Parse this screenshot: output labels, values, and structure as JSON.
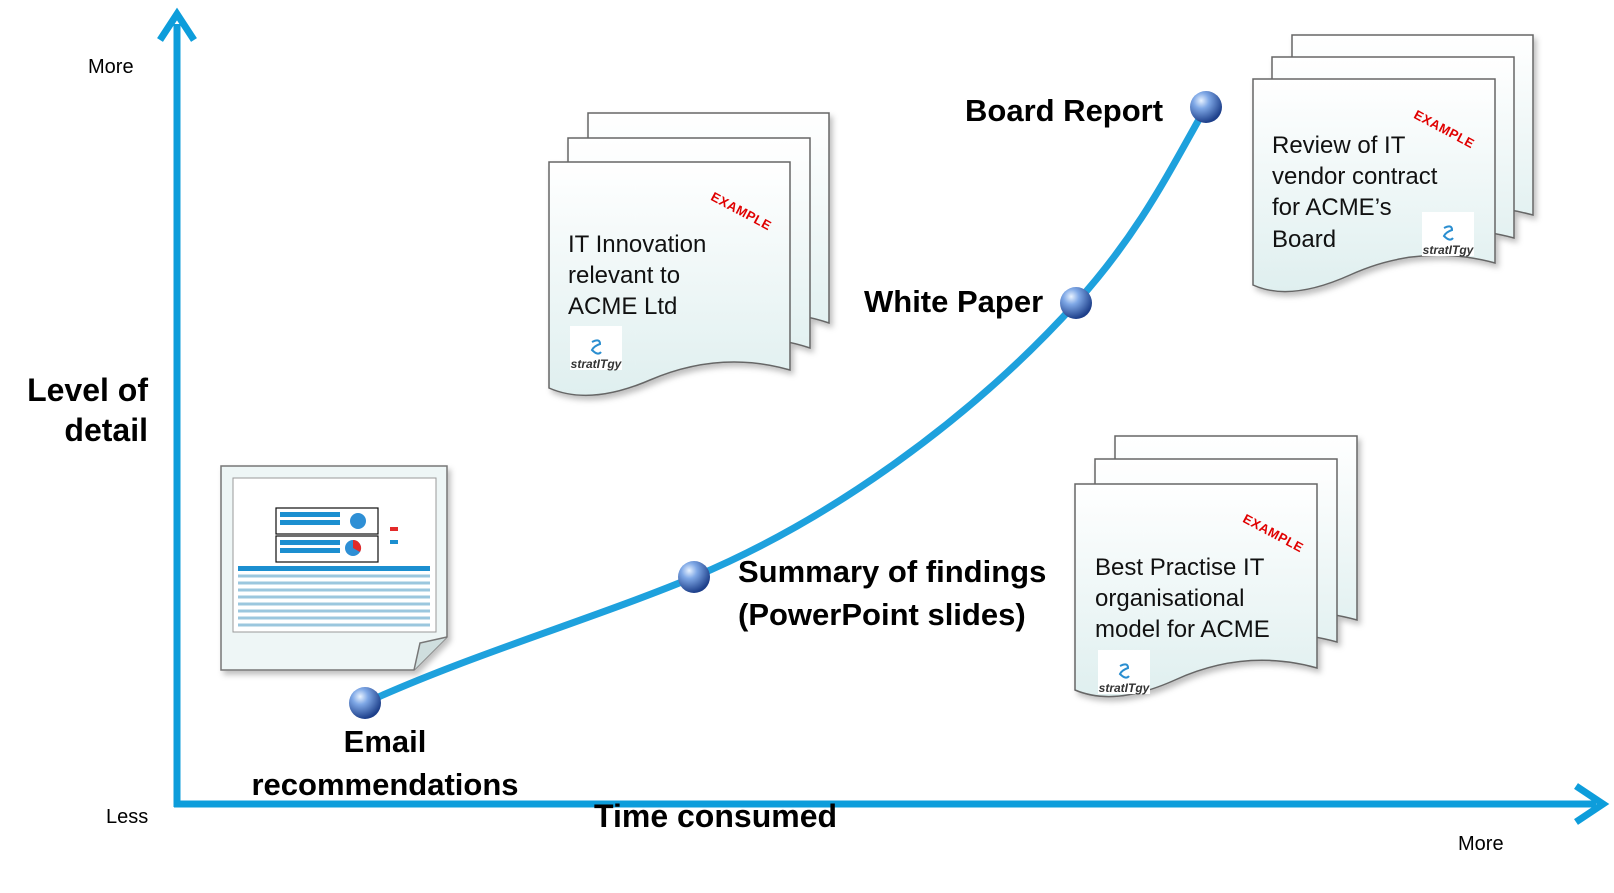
{
  "axes": {
    "y_title": "Level of detail",
    "y_top": "More",
    "y_bottom": "Less",
    "x_title": "Time consumed",
    "x_right": "More"
  },
  "stages": [
    {
      "label": "Email recommendations"
    },
    {
      "label": "Summary of findings (PowerPoint slides)"
    },
    {
      "label": "White Paper"
    },
    {
      "label": "Board Report"
    }
  ],
  "documents": [
    {
      "text": "IT Innovation relevant to ACME Ltd",
      "stamp": "EXAMPLE",
      "logo": "stratITgy"
    },
    {
      "text": "Review of IT vendor contract for ACME’s Board",
      "stamp": "EXAMPLE",
      "logo": "stratITgy"
    },
    {
      "text": "Best Practise IT organisational model for ACME",
      "stamp": "EXAMPLE",
      "logo": "stratITgy"
    }
  ],
  "colors": {
    "axis": "#0d9ddb",
    "curve": "#1ea1dd",
    "node": "#3f6fc2",
    "stamp": "#e00000"
  }
}
